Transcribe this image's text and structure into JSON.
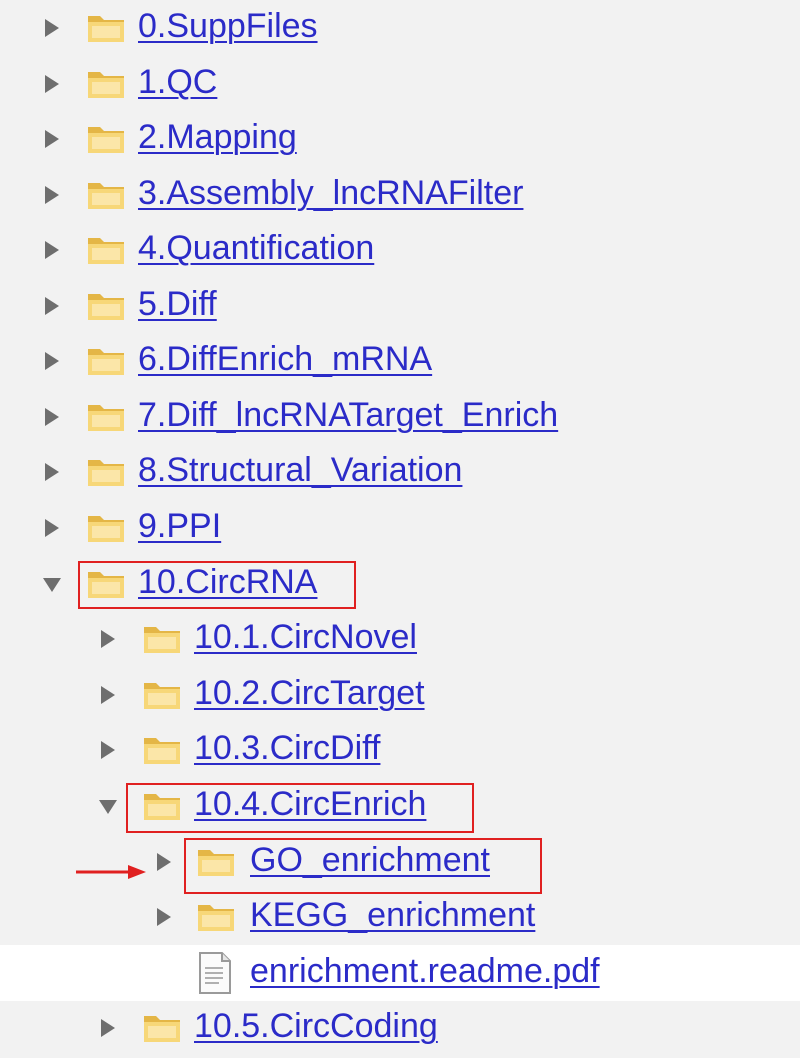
{
  "tree": {
    "items": [
      {
        "label": "0.SuppFiles",
        "kind": "folder",
        "expanded": false
      },
      {
        "label": "1.QC",
        "kind": "folder",
        "expanded": false
      },
      {
        "label": "2.Mapping",
        "kind": "folder",
        "expanded": false
      },
      {
        "label": "3.Assembly_lncRNAFilter",
        "kind": "folder",
        "expanded": false
      },
      {
        "label": "4.Quantification",
        "kind": "folder",
        "expanded": false
      },
      {
        "label": "5.Diff",
        "kind": "folder",
        "expanded": false
      },
      {
        "label": "6.DiffEnrich_mRNA",
        "kind": "folder",
        "expanded": false
      },
      {
        "label": "7.Diff_lncRNATarget_Enrich",
        "kind": "folder",
        "expanded": false
      },
      {
        "label": "8.Structural_Variation",
        "kind": "folder",
        "expanded": false
      },
      {
        "label": "9.PPI",
        "kind": "folder",
        "expanded": false
      },
      {
        "label": "10.CircRNA",
        "kind": "folder",
        "expanded": true,
        "highlighted": true
      },
      {
        "label": "10.1.CircNovel",
        "kind": "folder",
        "expanded": false
      },
      {
        "label": "10.2.CircTarget",
        "kind": "folder",
        "expanded": false
      },
      {
        "label": "10.3.CircDiff",
        "kind": "folder",
        "expanded": false
      },
      {
        "label": "10.4.CircEnrich",
        "kind": "folder",
        "expanded": true,
        "highlighted": true
      },
      {
        "label": "GO_enrichment",
        "kind": "folder",
        "expanded": false,
        "highlighted": true,
        "pointed": true
      },
      {
        "label": "KEGG_enrichment",
        "kind": "folder",
        "expanded": false
      },
      {
        "label": "enrichment.readme.pdf",
        "kind": "file"
      },
      {
        "label": "10.5.CircCoding",
        "kind": "folder",
        "expanded": false
      }
    ]
  },
  "colors": {
    "link": "#2b2bc8",
    "highlight_border": "#e02020",
    "pointer_arrow": "#e02020",
    "folder": "#f3cf6a"
  },
  "icons": {
    "collapsed": "triangle-right-icon",
    "expanded": "triangle-down-icon",
    "folder": "folder-icon",
    "file": "pdf-file-icon",
    "pointer": "red-arrow-icon"
  }
}
